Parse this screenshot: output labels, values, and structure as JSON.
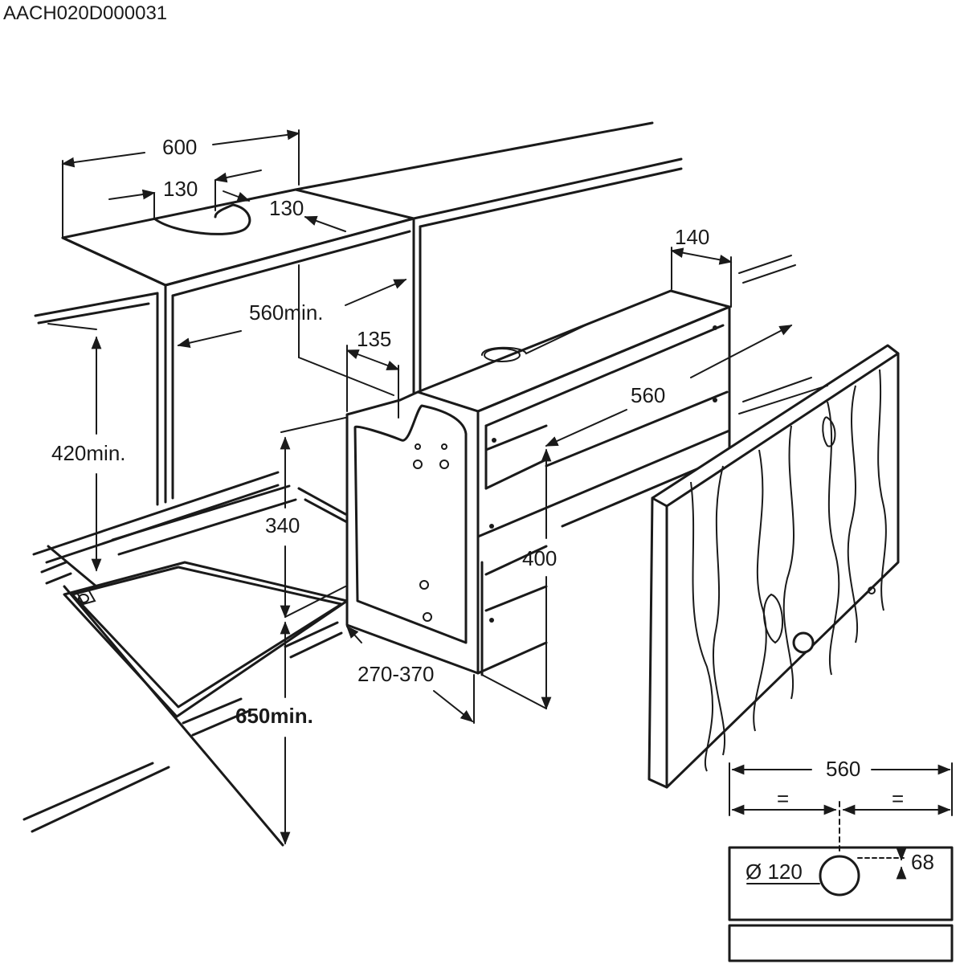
{
  "drawing_code": "AACH020D000031",
  "dimensions": {
    "d600": "600",
    "d130_left": "130",
    "d130_right": "130",
    "d560min": "560min.",
    "d135": "135",
    "d140": "140",
    "d420min": "420min.",
    "d560_depth": "560",
    "d340": "340",
    "d400": "400",
    "d270_370": "270-370",
    "d650min": "650min."
  },
  "front_panel_detail": {
    "width": "560",
    "half_left": "=",
    "half_right": "=",
    "hole_diameter": "Ø 120",
    "hole_offset": "68"
  }
}
